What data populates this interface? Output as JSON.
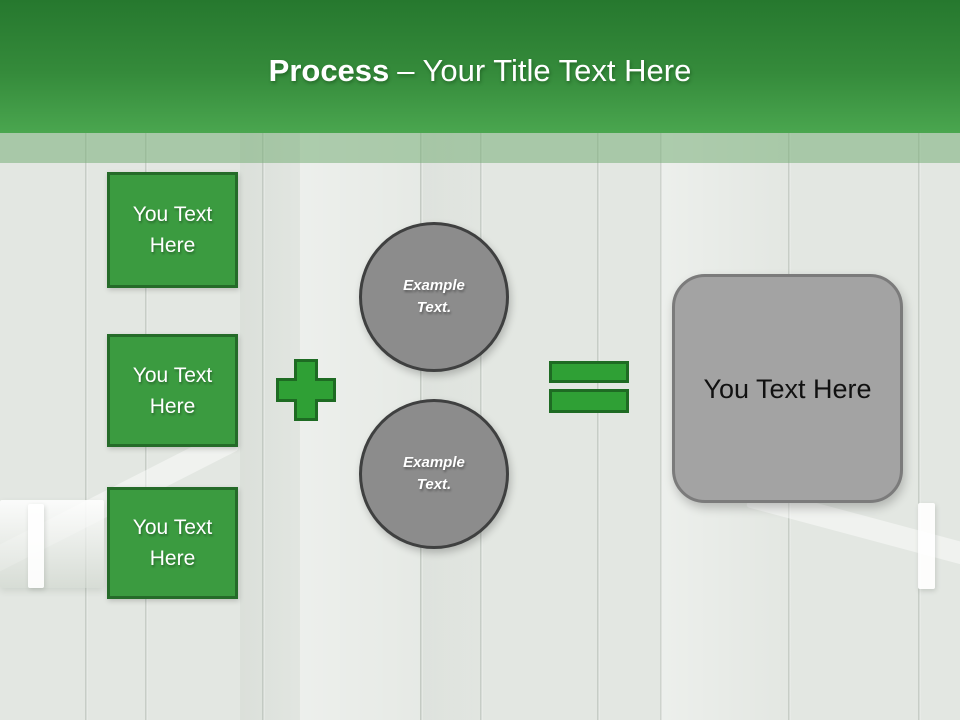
{
  "title": {
    "emphasis": "Process",
    "separator": "–",
    "subtitle": "Your Title Text Here"
  },
  "input_boxes": [
    {
      "label": "You Text Here"
    },
    {
      "label": "You Text Here"
    },
    {
      "label": "You Text Here"
    }
  ],
  "example_circles": [
    {
      "label": "Example Text."
    },
    {
      "label": "Example Text."
    }
  ],
  "result_box": {
    "label": "You Text Here"
  },
  "colors": {
    "header_top": "#26782e",
    "header_bottom": "#4aa64f",
    "header_substrip": "rgba(120,175,120,0.55)",
    "background": "#e3e7e2",
    "box_green": "#3b9b40",
    "box_green_border": "#256b29",
    "operator_green": "#2fa035",
    "operator_green_border": "#1e6b23",
    "circle_gray": "#8c8c8c",
    "circle_border": "#3f4040",
    "result_gray": "#a3a3a3",
    "result_border": "#7b7b7b"
  }
}
